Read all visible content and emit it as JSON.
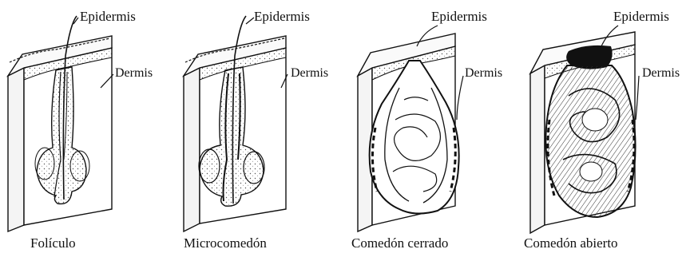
{
  "panels": [
    {
      "id": "foliculo",
      "epidermis_label": "Epidermis",
      "dermis_label": "Dermis",
      "caption": "Folículo"
    },
    {
      "id": "microcomedon",
      "epidermis_label": "Epidermis",
      "dermis_label": "Dermis",
      "caption": "Microcomedón"
    },
    {
      "id": "comedon-cerrado",
      "epidermis_label": "Epidermis",
      "dermis_label": "Dermis",
      "caption": "Comedón cerrado"
    },
    {
      "id": "comedon-abierto",
      "epidermis_label": "Epidermis",
      "dermis_label": "Dermis",
      "caption": "Comedón abierto"
    }
  ]
}
